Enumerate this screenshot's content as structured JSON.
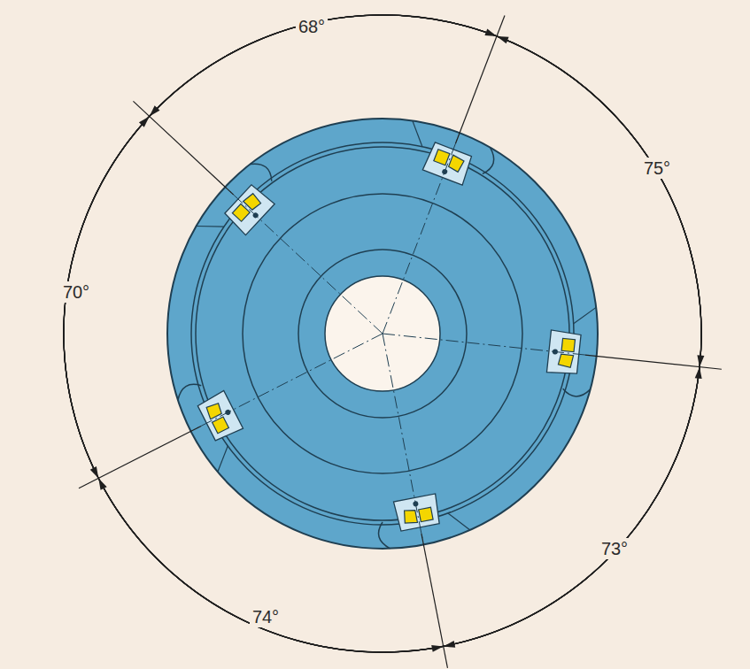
{
  "diagram": {
    "labels": [
      "68°",
      "75°",
      "73°",
      "74°",
      "70°"
    ]
  }
}
